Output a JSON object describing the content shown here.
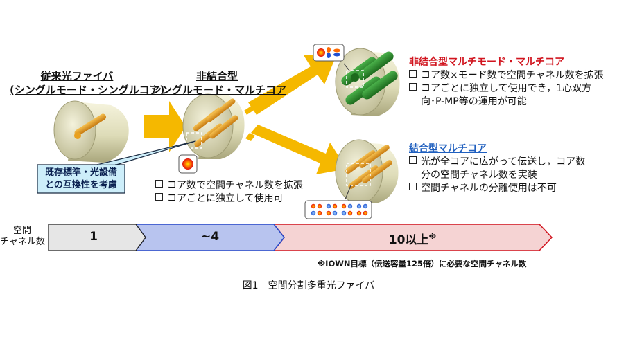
{
  "fiber_conventional": {
    "title_line1": "従来光ファイバ",
    "title_line2": "(シングルモード・シングルコア)"
  },
  "fiber_uncoupled_sm": {
    "title_line1": "非結合型",
    "title_line2": "シングルモード・マルチコア",
    "bullets": [
      "コア数で空間チャネル数を拡張",
      "コアごとに独立して使用可"
    ]
  },
  "compat_callout": {
    "line1": "既存標準・光設備",
    "line2": "との互換性を考慮"
  },
  "fiber_uncoupled_mm": {
    "title": "非結合型マルチモード・マルチコア",
    "bullets": [
      "コア数×モード数で空間チャネル数を拡張",
      "コアごとに独立して使用でき，1心双方",
      "向･P-MP等の運用が可能"
    ]
  },
  "fiber_coupled": {
    "title": "結合型マルチコア",
    "bullets": [
      "光が全コアに広がって伝送し，コア数",
      "分の空間チャネル数を実装",
      "空間チャネルの分離使用は不可"
    ]
  },
  "channel_axis": {
    "label_line1": "空間",
    "label_line2": "チャネル数",
    "stages": [
      "1",
      "~4",
      "10以上"
    ],
    "stage3_mark": "※"
  },
  "footnote": "※IOWN目標（伝送容量125倍）に必要な空間チャネル数",
  "caption": "図1　空間分割多重光ファイバ",
  "colors": {
    "arrow_yellow": "#f5b800",
    "cladding": "#e6e4c4",
    "core_orange": "#e8a020",
    "core_green": "#2e8b2e",
    "stage1": "#e6e6e6",
    "stage2": "#b8c4ef",
    "stage3": "#f5d3d3",
    "stage2_border": "#2848c8",
    "stage3_border": "#d1151f",
    "callout_bg": "#cdeefa"
  }
}
